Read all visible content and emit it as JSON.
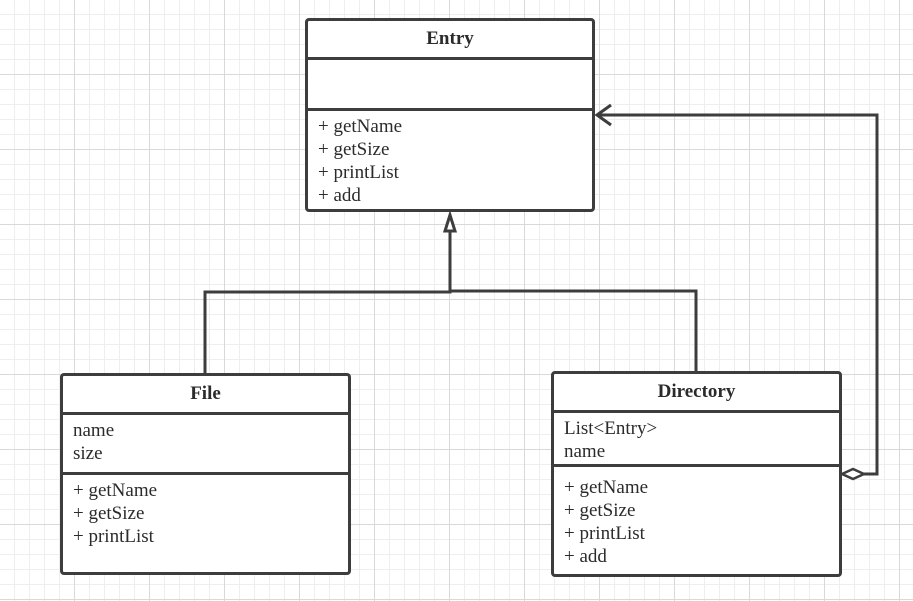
{
  "classes": {
    "entry": {
      "name": "Entry",
      "attributes": [],
      "methods": [
        "+ getName",
        "+ getSize",
        "+ printList",
        "+ add"
      ]
    },
    "file": {
      "name": "File",
      "attributes": [
        "name",
        "size"
      ],
      "methods": [
        "+ getName",
        "+ getSize",
        "+ printList"
      ]
    },
    "directory": {
      "name": "Directory",
      "attributes": [
        "List<Entry>",
        "name"
      ],
      "methods": [
        "+ getName",
        "+ getSize",
        "+ printList",
        "+ add"
      ]
    }
  },
  "relationships": [
    {
      "type": "generalization",
      "from": "File",
      "to": "Entry"
    },
    {
      "type": "generalization",
      "from": "Directory",
      "to": "Entry"
    },
    {
      "type": "aggregation",
      "from": "Directory",
      "to": "Entry"
    }
  ],
  "colors": {
    "line": "#3d3d3d",
    "grid": "#d9d9d9"
  }
}
